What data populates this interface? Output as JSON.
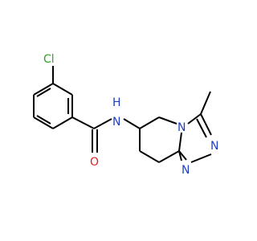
{
  "molecule": {
    "atoms": [
      {
        "id": "Cl",
        "label": "Cl",
        "color": "#33a02c"
      },
      {
        "id": "NH",
        "label": "N",
        "sub": "H",
        "color": "#1f3fbf"
      },
      {
        "id": "O",
        "label": "O",
        "color": "#e02020"
      },
      {
        "id": "N_bridge",
        "label": "N",
        "color": "#1f3fbf"
      },
      {
        "id": "N_right",
        "label": "N",
        "color": "#1f3fbf"
      },
      {
        "id": "N_bottom",
        "label": "N",
        "color": "#1f3fbf"
      }
    ],
    "bond_color": "#000000"
  }
}
